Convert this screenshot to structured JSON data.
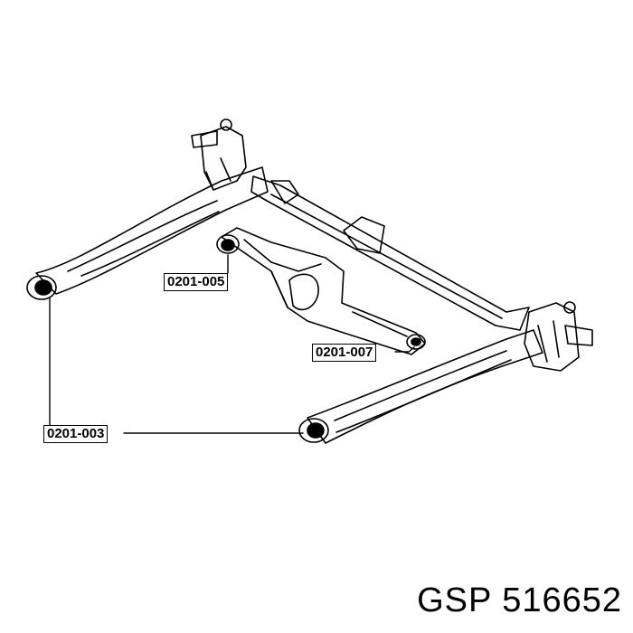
{
  "callouts": [
    {
      "part": "0201-003"
    },
    {
      "part": "0201-005"
    },
    {
      "part": "0201-007"
    }
  ],
  "footer": {
    "brand": "GSP",
    "part_number": "516652"
  },
  "colors": {
    "line": "#000000",
    "background": "#ffffff"
  }
}
